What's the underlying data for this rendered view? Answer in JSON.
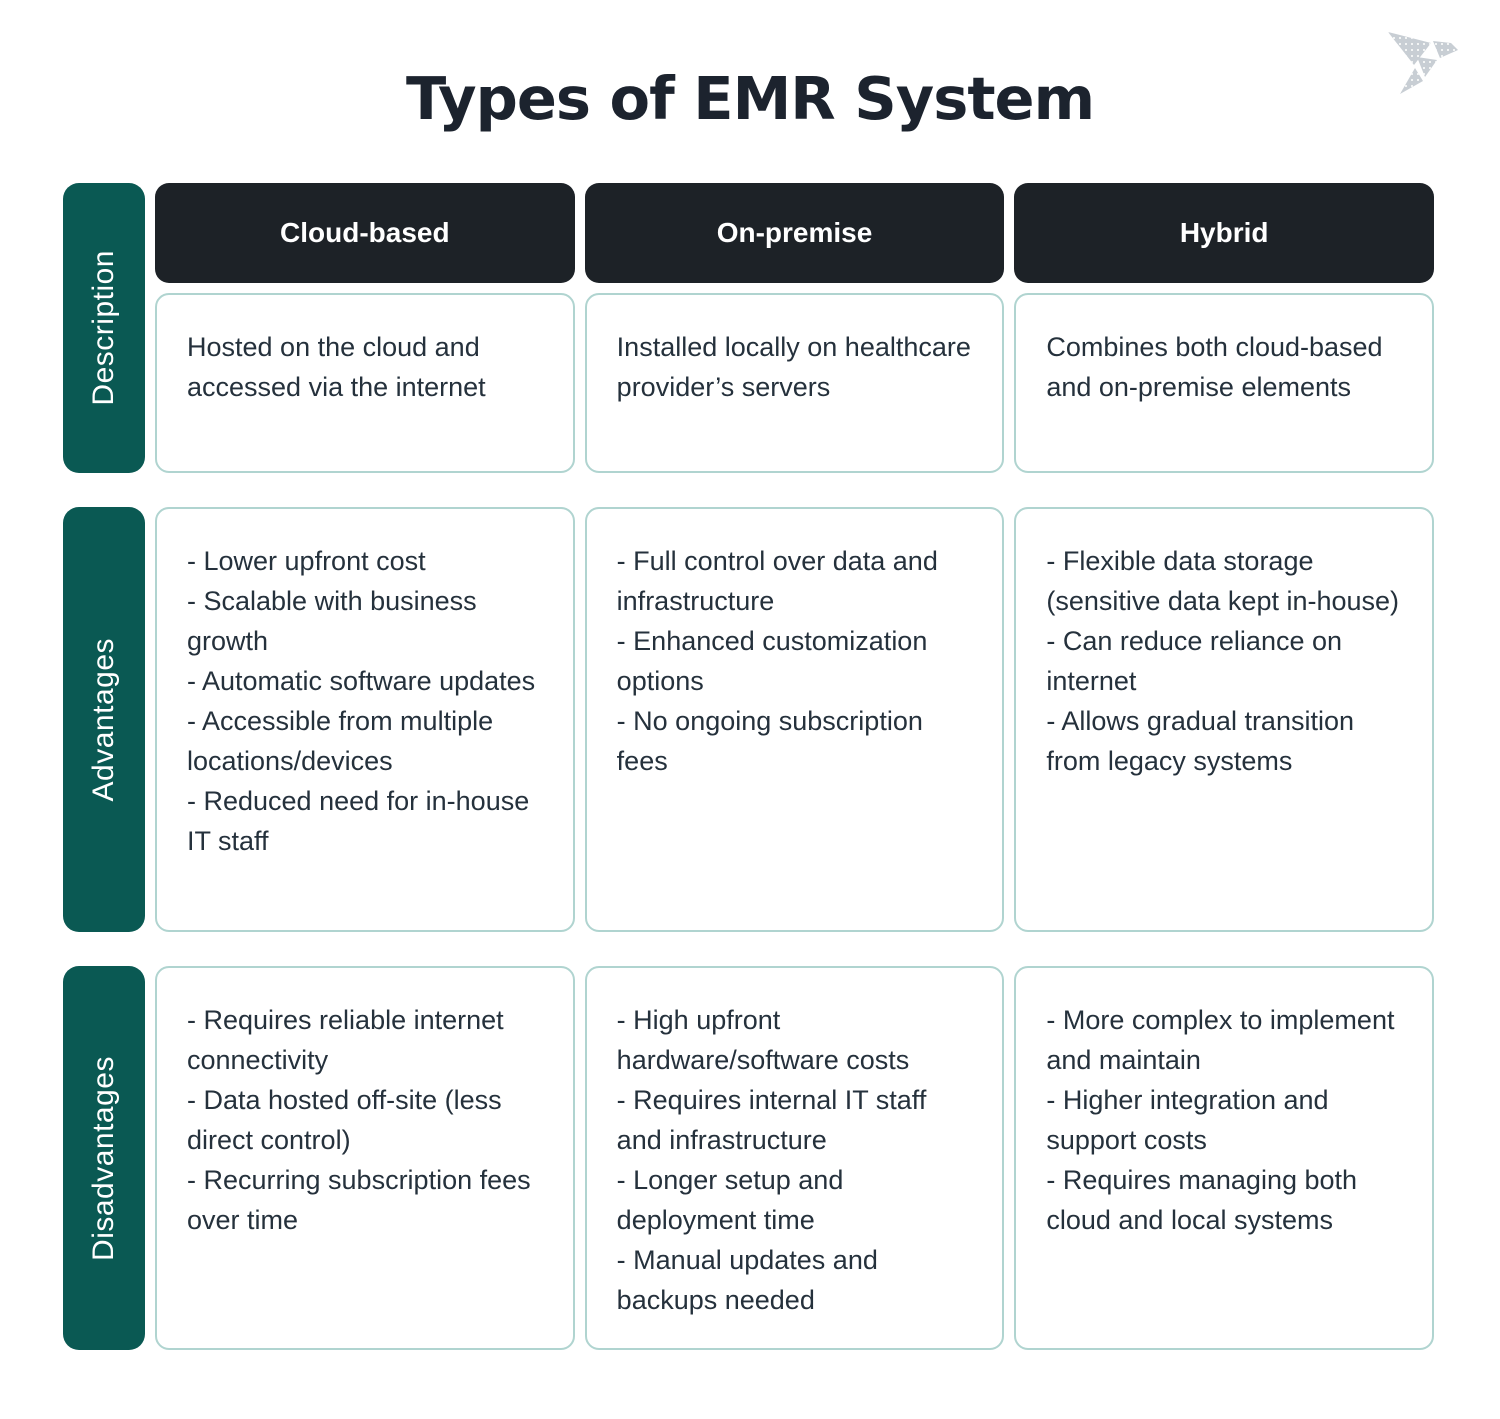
{
  "page": {
    "title": "Types of EMR System",
    "logo_icon": "origami-bird-icon"
  },
  "colors": {
    "teal_label": "#0a5953",
    "header_dark": "#1d2227",
    "cell_border": "#b0d4d0",
    "body_text": "#25313c",
    "title_text": "#1c232e",
    "logo_gray": "#c8ced4"
  },
  "table": {
    "columns": [
      "Cloud-based",
      "On-premise",
      "Hybrid"
    ],
    "rows": [
      {
        "label": "Description",
        "cells": [
          "Hosted on the cloud and accessed via the internet",
          "Installed locally on healthcare provider’s servers",
          "Combines both cloud-based and on-premise elements"
        ]
      },
      {
        "label": "Advantages",
        "cells": [
          "- Lower upfront cost\n- Scalable with business growth\n- Automatic software updates\n- Accessible from multiple locations/devices\n- Reduced need for in-house IT staff",
          "- Full control over data and infrastructure\n- Enhanced customization options\n- No ongoing subscription fees",
          "- Flexible data storage (sensitive data kept in-house)\n- Can reduce reliance on internet\n- Allows gradual transition from legacy systems"
        ]
      },
      {
        "label": "Disadvantages",
        "cells": [
          "- Requires reliable internet connectivity\n- Data hosted off-site (less direct control)\n- Recurring subscription fees over time",
          "- High upfront hardware/software costs\n- Requires internal IT staff and infrastructure\n- Longer setup and deployment time\n- Manual updates and backups needed",
          "- More complex to implement and maintain\n- Higher integration and support costs\n- Requires managing both cloud and local systems"
        ]
      }
    ]
  }
}
